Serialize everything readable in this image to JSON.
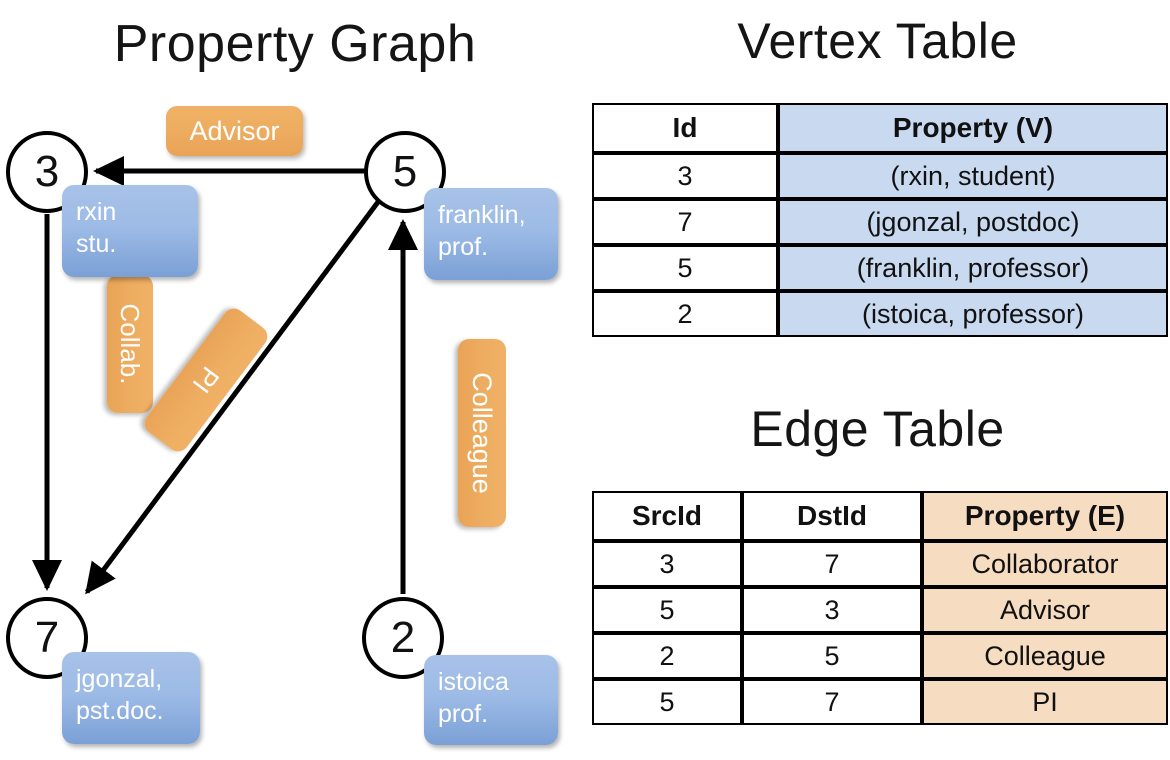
{
  "titles": {
    "graph": "Property Graph",
    "vertex_table": "Vertex Table",
    "edge_table": "Edge Table"
  },
  "graph": {
    "nodes": [
      {
        "id": "3",
        "name": "rxin",
        "role": "stu."
      },
      {
        "id": "5",
        "name": "franklin,",
        "role": "prof."
      },
      {
        "id": "7",
        "name": "jgonzal,",
        "role": "pst.doc."
      },
      {
        "id": "2",
        "name": "istoica",
        "role": "prof."
      }
    ],
    "edge_labels": {
      "advisor": "Advisor",
      "collab": "Collab.",
      "colleague": "Colleague",
      "pi": "PI"
    }
  },
  "vertex_table": {
    "headers": [
      "Id",
      "Property (V)"
    ],
    "rows": [
      {
        "id": "3",
        "property": "(rxin, student)"
      },
      {
        "id": "7",
        "property": "(jgonzal, postdoc)"
      },
      {
        "id": "5",
        "property": "(franklin, professor)"
      },
      {
        "id": "2",
        "property": "(istoica, professor)"
      }
    ]
  },
  "edge_table": {
    "headers": [
      "SrcId",
      "DstId",
      "Property (E)"
    ],
    "rows": [
      {
        "src": "3",
        "dst": "7",
        "property": "Collaborator"
      },
      {
        "src": "5",
        "dst": "3",
        "property": "Advisor"
      },
      {
        "src": "2",
        "dst": "5",
        "property": "Colleague"
      },
      {
        "src": "5",
        "dst": "7",
        "property": "PI"
      }
    ]
  },
  "colors": {
    "vertex_property_fill": "#c9d9f0",
    "edge_property_fill": "#f6dcc0",
    "node_box_blue": "#9dbbe6",
    "edge_label_orange": "#eeae62"
  }
}
